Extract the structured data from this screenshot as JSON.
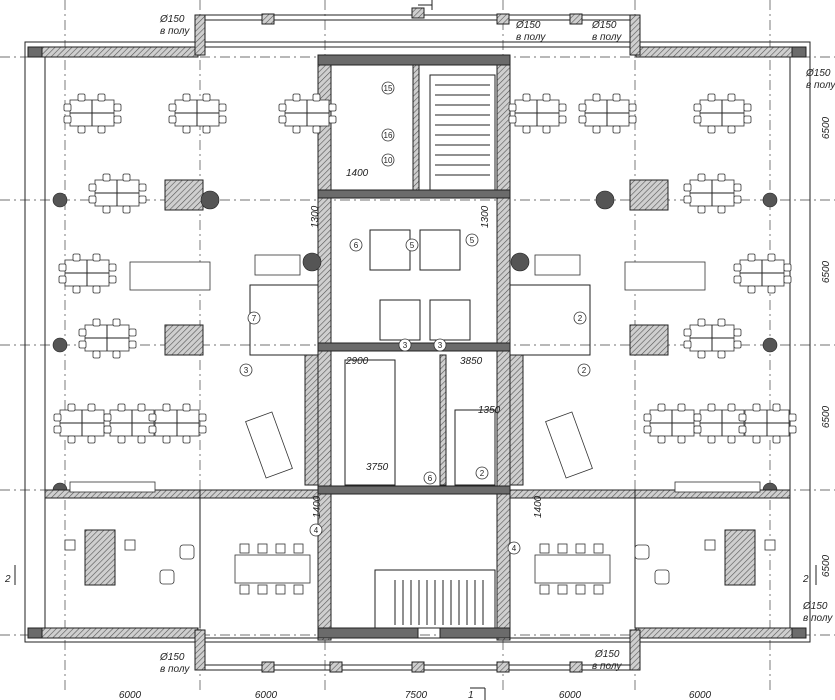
{
  "drawing": {
    "drain_labels": [
      {
        "diameter": "Ø150",
        "note": "в полу"
      },
      {
        "diameter": "Ø150",
        "note": "в полу"
      },
      {
        "diameter": "Ø150",
        "note": "в полу"
      },
      {
        "diameter": "Ø150",
        "note": "в полу"
      },
      {
        "diameter": "Ø150",
        "note": "в полу"
      },
      {
        "diameter": "Ø150",
        "note": "в полу"
      },
      {
        "diameter": "Ø150",
        "note": "в полу"
      }
    ],
    "bottom_dimensions": [
      "6000",
      "6000",
      "7500",
      "6000",
      "6000"
    ],
    "right_dimensions": [
      "6500",
      "6500",
      "6500",
      "6500"
    ],
    "core_dimensions": {
      "d1400_top": "1400",
      "d1300_left": "1300",
      "d1300_right": "1300",
      "d2900": "2900",
      "d3850": "3850",
      "d1350": "1350",
      "d3750": "3750",
      "d1400_left": "1400",
      "d1400_right": "1400"
    },
    "room_marks": [
      "15",
      "16",
      "10",
      "5",
      "6",
      "5",
      "7",
      "2",
      "3",
      "2",
      "3",
      "3",
      "2",
      "6",
      "4",
      "4"
    ],
    "section_marks": {
      "bottom": "1",
      "left": "2",
      "right": "2"
    }
  }
}
